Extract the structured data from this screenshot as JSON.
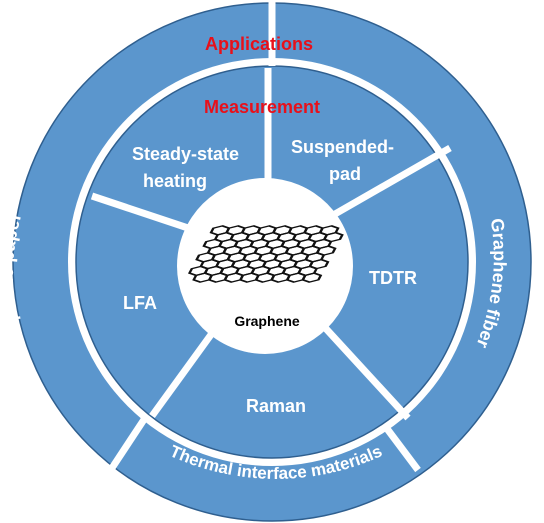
{
  "outer_ring": {
    "heading": "Applications",
    "sectors": [
      "Graphene paper",
      "Graphene fiber",
      "Thermal interface materials"
    ]
  },
  "inner_ring": {
    "heading": "Measurement",
    "sectors": [
      "Steady-state heating",
      "Suspended-pad",
      "TDTR",
      "Raman",
      "LFA"
    ]
  },
  "center": {
    "label": "Graphene",
    "icon": "graphene-lattice-icon"
  },
  "colors": {
    "fill": "#5b96cd",
    "border": "#2f5f8f",
    "heading": "#e8101a",
    "text": "#ffffff"
  }
}
